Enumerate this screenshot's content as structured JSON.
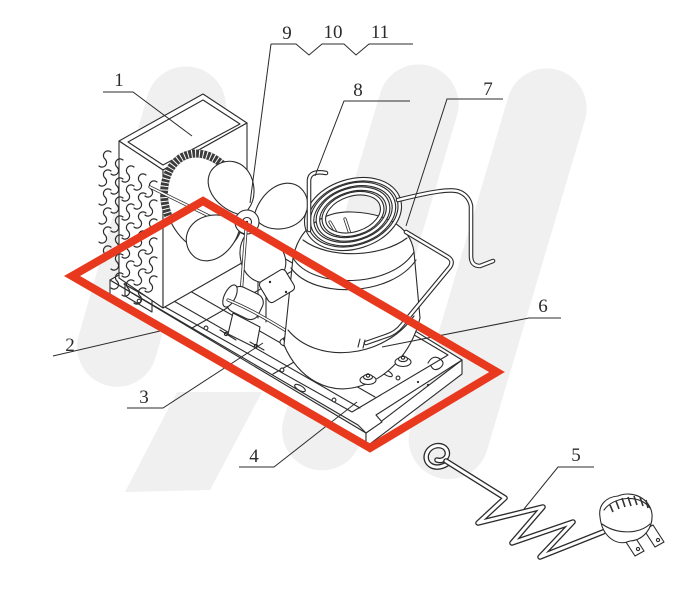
{
  "diagram": {
    "description": "exploded-parts line drawing of a condensing unit with numbered callouts and red highlight frame",
    "callouts": [
      {
        "label": "1"
      },
      {
        "label": "2"
      },
      {
        "label": "3"
      },
      {
        "label": "4"
      },
      {
        "label": "5"
      },
      {
        "label": "6"
      },
      {
        "label": "7"
      },
      {
        "label": "8"
      },
      {
        "label": "9"
      },
      {
        "label": "10"
      },
      {
        "label": "11"
      }
    ],
    "colors": {
      "background": "#ffffff",
      "line": "#2b2b2b",
      "highlight": "#e8391f",
      "watermark": "#f0f0f0"
    }
  }
}
